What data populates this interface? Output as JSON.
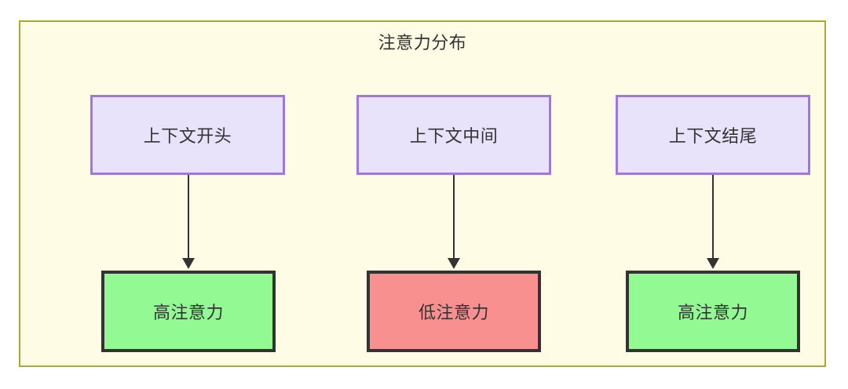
{
  "diagram": {
    "type": "flowchart",
    "title": "注意力分布",
    "background_color": "#ffffff",
    "container": {
      "fill": "#fffce6",
      "border": "#aaaa33"
    },
    "palette": {
      "context_fill": "#e9e2fb",
      "context_border": "#a076e0",
      "high_attention_fill": "#93f993",
      "low_attention_fill": "#f89090",
      "node_border_dark": "#333333",
      "text": "#333333"
    },
    "context_nodes": [
      {
        "id": "ctx-start",
        "label": "上下文开头"
      },
      {
        "id": "ctx-middle",
        "label": "上下文中间"
      },
      {
        "id": "ctx-end",
        "label": "上下文结尾"
      }
    ],
    "attention_nodes": [
      {
        "id": "att-1",
        "label": "高注意力",
        "level": "high"
      },
      {
        "id": "att-2",
        "label": "低注意力",
        "level": "low"
      },
      {
        "id": "att-3",
        "label": "高注意力",
        "level": "high"
      }
    ],
    "edges": [
      {
        "from": "ctx-start",
        "to": "att-1",
        "arrow": "down"
      },
      {
        "from": "ctx-middle",
        "to": "att-2",
        "arrow": "down"
      },
      {
        "from": "ctx-end",
        "to": "att-3",
        "arrow": "down"
      }
    ]
  }
}
